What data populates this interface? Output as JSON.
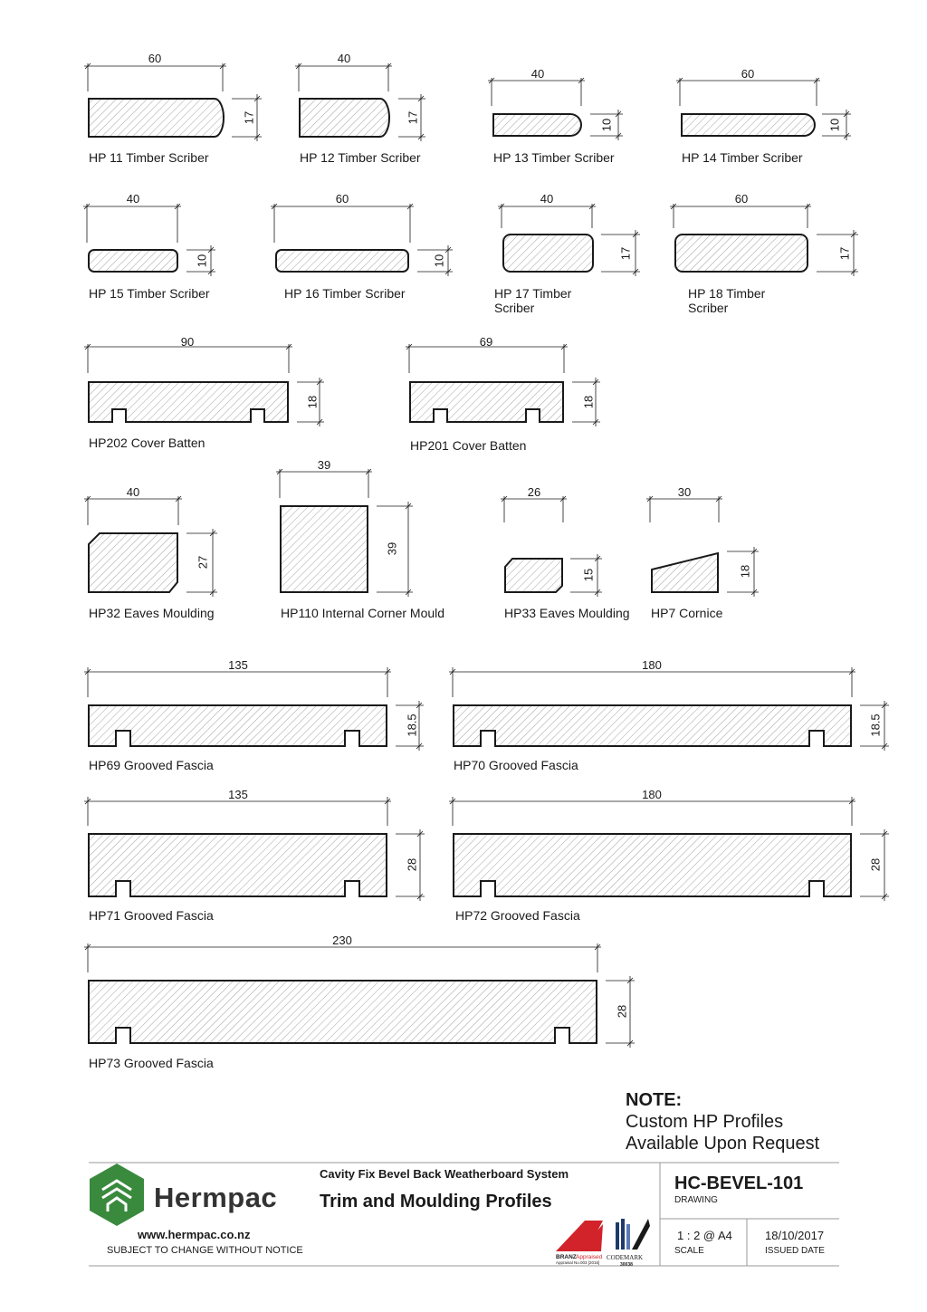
{
  "profiles": [
    {
      "id": "hp11",
      "label": "HP 11 Timber Scriber",
      "width": "60",
      "height": "17"
    },
    {
      "id": "hp12",
      "label": "HP 12 Timber Scriber",
      "width": "40",
      "height": "17"
    },
    {
      "id": "hp13",
      "label": "HP 13 Timber Scriber",
      "width": "40",
      "height": "10"
    },
    {
      "id": "hp14",
      "label": "HP 14 Timber Scriber",
      "width": "60",
      "height": "10"
    },
    {
      "id": "hp15",
      "label": "HP 15 Timber Scriber",
      "width": "40",
      "height": "10"
    },
    {
      "id": "hp16",
      "label": "HP 16 Timber Scriber",
      "width": "60",
      "height": "10"
    },
    {
      "id": "hp17",
      "label": "HP 17 Timber Scriber",
      "width": "40",
      "height": "17"
    },
    {
      "id": "hp18",
      "label": "HP 18 Timber Scriber",
      "width": "60",
      "height": "17"
    },
    {
      "id": "hp202",
      "label": "HP202 Cover Batten",
      "width": "90",
      "height": "18"
    },
    {
      "id": "hp201",
      "label": "HP201 Cover Batten",
      "width": "69",
      "height": "18"
    },
    {
      "id": "hp32",
      "label": "HP32 Eaves Moulding",
      "width": "40",
      "height": "27"
    },
    {
      "id": "hp110",
      "label": "HP110 Internal Corner Mould",
      "width": "39",
      "height": "39"
    },
    {
      "id": "hp33",
      "label": "HP33 Eaves Moulding",
      "width": "26",
      "height": "15"
    },
    {
      "id": "hp7",
      "label": "HP7 Cornice",
      "width": "30",
      "height": "18"
    },
    {
      "id": "hp69",
      "label": "HP69 Grooved Fascia",
      "width": "135",
      "height": "18.5"
    },
    {
      "id": "hp70",
      "label": "HP70 Grooved Fascia",
      "width": "180",
      "height": "18.5"
    },
    {
      "id": "hp71",
      "label": "HP71 Grooved Fascia",
      "width": "135",
      "height": "28"
    },
    {
      "id": "hp72",
      "label": "HP72 Grooved Fascia",
      "width": "180",
      "height": "28"
    },
    {
      "id": "hp73",
      "label": "HP73 Grooved Fascia",
      "width": "230",
      "height": "28"
    }
  ],
  "note": {
    "heading": "NOTE:",
    "line1": "Custom HP Profiles",
    "line2": "Available Upon Request"
  },
  "title_block": {
    "company": "Hermpac",
    "website": "www.hermpac.co.nz",
    "disclaimer": "SUBJECT TO CHANGE WITHOUT NOTICE",
    "system": "Cavity Fix Bevel Back Weatherboard System",
    "title": "Trim and Moulding Profiles",
    "drawing_no": "HC-BEVEL-101",
    "drawing_label": "DRAWING",
    "scale": "1 : 2 @ A4",
    "scale_label": "SCALE",
    "date": "18/10/2017",
    "date_label": "ISSUED DATE",
    "branz_text": "BRANZ",
    "branz_appraised": "Appraised",
    "branz_no": "Appraisal No.003 [2016]",
    "codemark": "CODEMARK",
    "codemark_no": "30038"
  },
  "colors": {
    "brand_green": "#3a8a3e",
    "branz_red": "#d2232a",
    "codemark_blue": "#1f3a6b",
    "line": "#1a1a1a",
    "hatch": "#8a8a8a"
  }
}
